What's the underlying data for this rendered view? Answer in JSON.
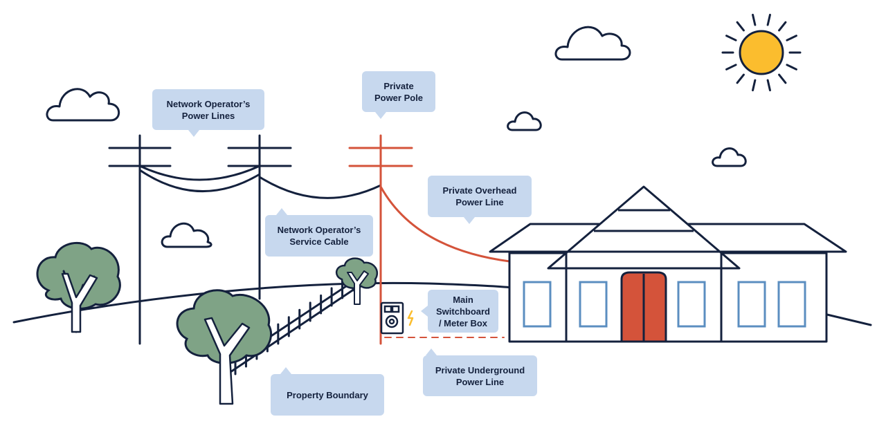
{
  "labels": {
    "network_power_lines": [
      "Network Operator’s",
      "Power Lines"
    ],
    "private_power_pole": [
      "Private",
      "Power Pole"
    ],
    "private_overhead": [
      "Private Overhead",
      "Power Line"
    ],
    "network_service_cable": [
      "Network Operator’s",
      "Service Cable"
    ],
    "main_switchboard": [
      "Main",
      "Switchboard",
      "/ Meter Box"
    ],
    "private_underground": [
      "Private Underground",
      "Power Line"
    ],
    "property_boundary": [
      "Property Boundary"
    ]
  },
  "colors": {
    "navy": "#14213d",
    "red": "#d4533a",
    "callout_bg": "#c7d8ee",
    "tree_green": "#7fa386",
    "sun_yellow": "#fbbd2e",
    "window_blue": "#5b8ec0",
    "door_red": "#d4533a"
  },
  "icons": {
    "lightning": "lightning-icon",
    "sun": "sun-icon",
    "cloud": "cloud-icon"
  }
}
